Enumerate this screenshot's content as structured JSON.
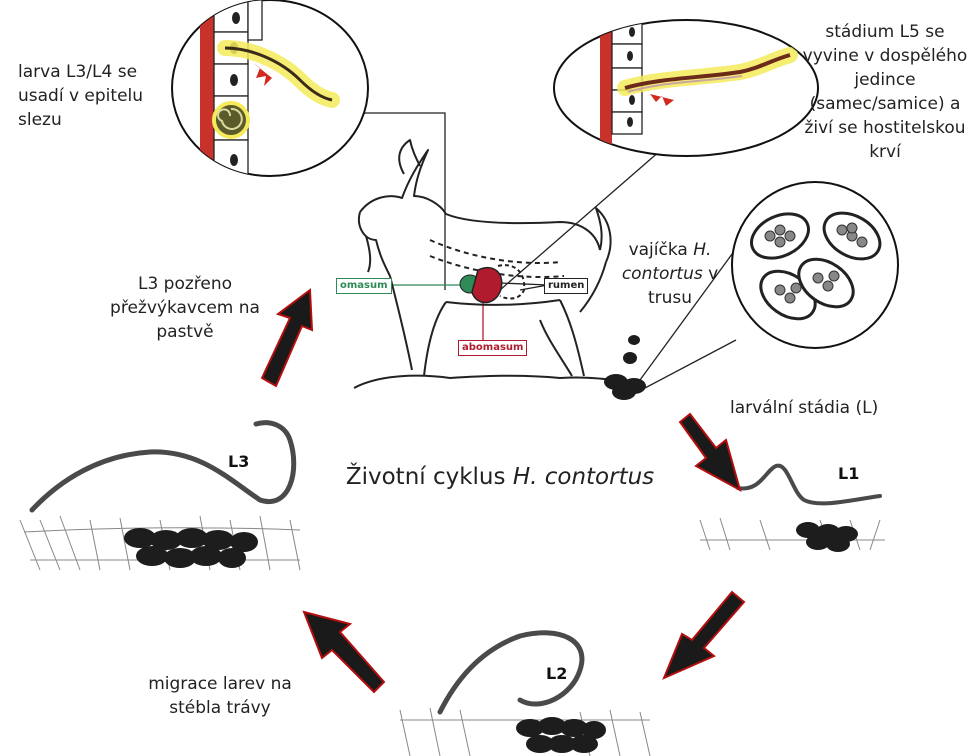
{
  "title": {
    "main": "Životní cyklus ",
    "species": "H. contortus"
  },
  "labels": {
    "l3_l4": [
      "larva L3/L4 se",
      "usadí v epitelu",
      "slezu"
    ],
    "l5": [
      "stádium L5 se",
      "vyvine v dospělého",
      "jedince",
      "(samec/samice) a",
      "živí se hostitelskou",
      "krví"
    ],
    "eggs": {
      "line1_pre": "vajíčka ",
      "line1_it": "H.",
      "line2_it": "contortus",
      "line2_post": " v",
      "line3": "trusu"
    },
    "larval": "larvální stádia (L)",
    "ingested": [
      "L3 pozřeno",
      "přežvýkavcem na",
      "pastvě"
    ],
    "migration": [
      "migrace larev na",
      "stébla trávy"
    ]
  },
  "organs": {
    "omasum": "omasum",
    "rumen": "rumen",
    "abomasum": "abomasum"
  },
  "stages": {
    "l1": "L1",
    "l2": "L2",
    "l3": "L3"
  },
  "colors": {
    "omasum": "#2e8b57",
    "abomasum": "#b01c2e",
    "arrow": "#1a1a1a",
    "blood": "#d22a1f",
    "epithelium_glow": "#f4ea5a"
  }
}
